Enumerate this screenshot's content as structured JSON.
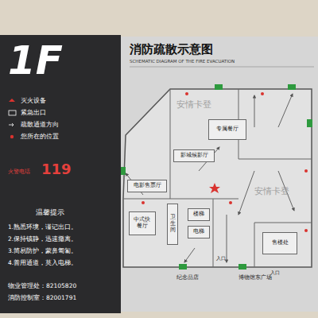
{
  "diagram": {
    "title": "消防疏散示意图",
    "nodes": [
      {
        "text": [
          "专属餐厅"
        ]
      },
      {
        "text": [
          "影城候影厅"
        ]
      },
      {
        "text": [
          "电影售票厅"
        ]
      },
      {
        "text": [
          "中式快餐厅"
        ]
      },
      {
        "text": [
          "卫生间"
        ]
      },
      {
        "text": [
          "楼梯"
        ]
      },
      {
        "text": [
          "电梯"
        ]
      },
      {
        "text": [
          "售楼处"
        ]
      }
    ],
    "labels": [
      "SCHEMATIC DIAGRAM OF THE FIRE EVACUATION",
      "1F",
      "火警电话",
      "119",
      "温馨提示",
      "1.熟悉环境，谨记出口。",
      "2.保持镇静，迅速撤离。",
      "3.简易防护，蒙鼻匍匐。",
      "4.善用通道，莫入电梯。",
      "物业管理处：82105820",
      "消防控制室：82001791",
      "入口",
      "入口",
      "纪念品店",
      "博物馆东广场",
      "安情卡登",
      "安情卡登"
    ],
    "legend": [
      {
        "text": "灭火设备"
      },
      {
        "text": "紧急出口"
      },
      {
        "text": "疏散通道方向"
      },
      {
        "text": "您所在的位置"
      }
    ]
  }
}
